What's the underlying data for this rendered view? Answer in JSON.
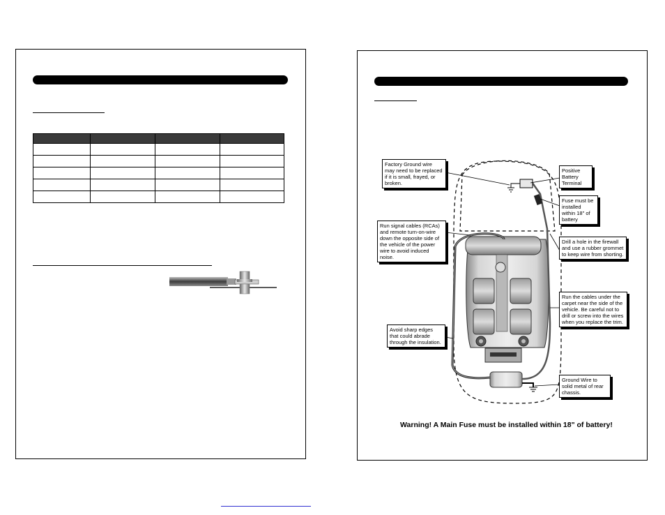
{
  "left_page": {
    "table_rows": 5,
    "table_cols": 4
  },
  "right_page": {
    "callouts": {
      "factory_ground": "Factory Ground wire may need to be replaced if it is small, frayed, or broken.",
      "positive_terminal": "Positive Battery Terminal",
      "fuse_install": "Fuse must be installed within 18\" of battery",
      "signal_cables": "Run signal cables (RCAs) and remote turn-on-wire down the opposite side of the vehicle of the power wire to avoid induced noise.",
      "firewall": "Drill a hole in the firewall and use a rubber grommet to keep wire from shorting.",
      "run_cables": "Run the cables under the carpet near the side of the vehicle. Be careful not to drill or screw into the wires when you replace the trim.",
      "sharp_edges": "Avoid sharp edges that could abrade through the insulation.",
      "ground_wire": "Ground Wire to solid metal of rear chassis."
    },
    "warning": "Warning! A Main Fuse must be installed within 18\" of battery!"
  }
}
